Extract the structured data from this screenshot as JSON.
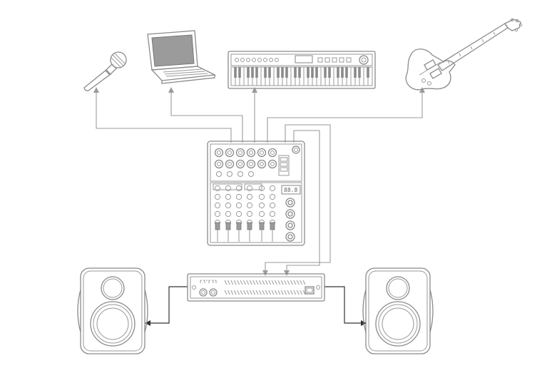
{
  "colors": {
    "line": "#8a8a8a",
    "wire": "#9a9a9a",
    "screen": "#9b9b9b",
    "background": "#ffffff"
  },
  "devices": [
    {
      "id": "microphone",
      "icon": "microphone-icon"
    },
    {
      "id": "laptop",
      "icon": "laptop-icon"
    },
    {
      "id": "keyboard",
      "icon": "midi-keyboard-icon"
    },
    {
      "id": "guitar",
      "icon": "electric-guitar-icon"
    },
    {
      "id": "mixer",
      "icon": "audio-mixer-icon"
    },
    {
      "id": "amplifier",
      "icon": "power-amplifier-icon"
    },
    {
      "id": "speaker-left",
      "icon": "speaker-icon"
    },
    {
      "id": "speaker-right",
      "icon": "speaker-icon"
    }
  ],
  "mixer": {
    "display_text": "88.8"
  }
}
